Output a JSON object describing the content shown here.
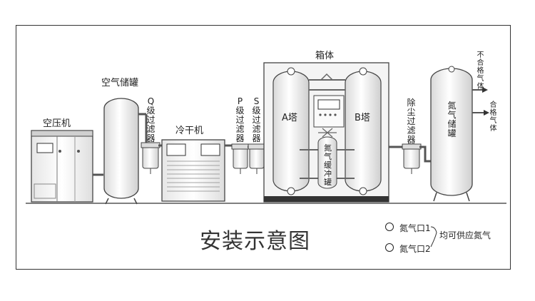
{
  "diagram": {
    "title": "安装示意图",
    "equipment": {
      "compressor": "空压机",
      "air_tank": "空气储罐",
      "q_filter": "Q级过滤器",
      "dryer": "冷干机",
      "p_filter": "P级过滤器",
      "s_filter": "S级过滤器",
      "cabinet": "箱体",
      "tower_a": "A塔",
      "tower_b": "B塔",
      "buffer_tank": "氮气缓冲罐",
      "dust_filter": "除尘过滤器",
      "nitrogen_tank": "氮气储罐",
      "unqualified_gas": "不合格气体",
      "qualified_gas": "合格气体"
    },
    "outlets": {
      "outlet1": "氮气口1",
      "outlet2": "氮气口2",
      "supply_note": "均可供应氮气"
    }
  }
}
